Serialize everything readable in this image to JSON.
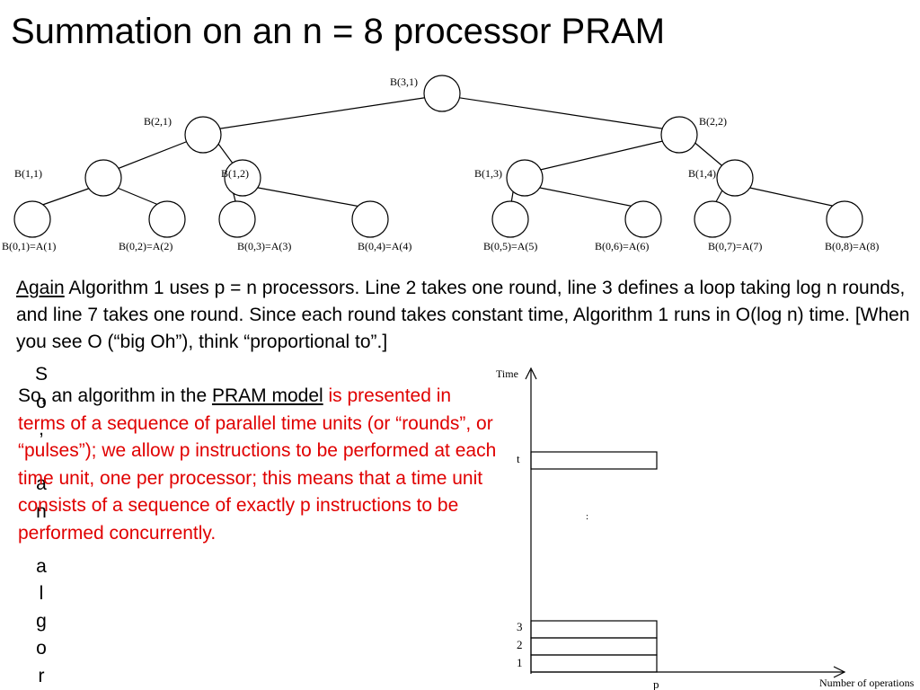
{
  "title": "Summation on an n = 8 processor PRAM",
  "tree": {
    "nodes": {
      "b31": "B(3,1)",
      "b21": "B(2,1)",
      "b22": "B(2,2)",
      "b11": "B(1,1)",
      "b12": "B(1,2)",
      "b13": "B(1,3)",
      "b14": "B(1,4)",
      "leaves": [
        "B(0,1)=A(1)",
        "B(0,2)=A(2)",
        "B(0,3)=A(3)",
        "B(0,4)=A(4)",
        "B(0,5)=A(5)",
        "B(0,6)=A(6)",
        "B(0,7)=A(7)",
        "B(0,8)=A(8)"
      ]
    }
  },
  "paragraph1": {
    "link": "Again",
    "text": " Algorithm 1 uses p = n processors. Line 2 takes one round, line 3 defines a loop taking log n rounds, and line 7 takes one round. Since each round takes constant time, Algorithm 1 runs in O(log n) time. [When you see O (“big Oh”), think “proportional to”.]"
  },
  "paragraph2": {
    "lead": "So, an algorithm in the ",
    "link": "PRAM model",
    "red": " is presented in terms of a sequence of parallel time units (or “rounds”, or “pulses”); we allow p instructions to be performed at each time unit, one per processor; this means that a time unit consists of a sequence of exactly p instructions to be performed concurrently."
  },
  "vertical_letters": [
    "S",
    "o",
    ",",
    "",
    "a",
    "n",
    "",
    "a",
    "l",
    "g",
    "o",
    "r"
  ],
  "time_chart": {
    "y_axis_label": "Time",
    "x_axis_label": "Number of operations",
    "y_ticks": [
      "t",
      "3",
      "2",
      "1"
    ],
    "x_tick": "p",
    "annotation": ":"
  }
}
